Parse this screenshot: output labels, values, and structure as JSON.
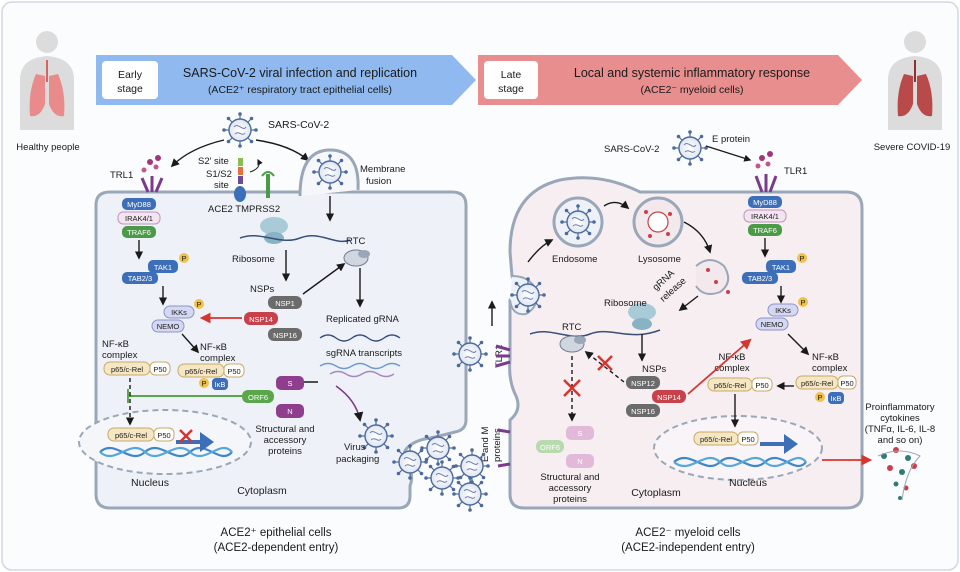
{
  "left_person": "Healthy people",
  "right_person": "Severe COVID-19",
  "banner_early": {
    "stage": [
      "Early",
      "stage"
    ],
    "title": "SARS-CoV-2 viral infection and replication",
    "subtitle": "(ACE2⁺ respiratory tract epithelial cells)"
  },
  "banner_late": {
    "stage": [
      "Late",
      "stage"
    ],
    "title": "Local and systemic inflammatory response",
    "subtitle": "(ACE2⁻ myeloid cells)"
  },
  "left_cell": {
    "virus": "SARS-CoV-2",
    "s2_site": "S2′ site",
    "s1s2_site": [
      "S1/S2",
      "site"
    ],
    "ace2_tmprss2": "ACE2 TMPRSS2",
    "membrane_fusion": [
      "Membrane",
      "fusion"
    ],
    "receptor": "TRL1",
    "myd88": "MyD88",
    "irak": "IRAK4/1",
    "traf6": "TRAF6",
    "tak1": "TAK1",
    "tab": "TAB2/3",
    "p": "P",
    "ikks": "IKKs",
    "nemo": "NEMO",
    "nfkb_left": [
      "NF-κB",
      "complex"
    ],
    "nfkb_right": [
      "NF-κB",
      "complex"
    ],
    "p65": "p65/c-Rel",
    "p50": "P50",
    "ikb": "IκB",
    "ribosome": "Ribosome",
    "nsps": "NSPs",
    "nsp1": "NSP1",
    "nsp14": "NSP14",
    "nsp16": "NSP16",
    "rtc": "RTC",
    "replicated": "Replicated gRNA",
    "sgrna": "sgRNA transcripts",
    "orf6": "ORF6",
    "s": "S",
    "n": "N",
    "structural": [
      "Structural and",
      "accessory",
      "proteins"
    ],
    "packaging": [
      "Virus",
      "packaging"
    ],
    "nucleus": "Nucleus",
    "cytoplasm": "Cytoplasm",
    "caption": [
      "ACE2⁺ epithelial cells",
      "(ACE2-dependent entry)"
    ]
  },
  "right_cell": {
    "virus": "SARS-CoV-2",
    "e_protein": "E protein",
    "receptor": "TLR1",
    "myd88": "MyD88",
    "irak": "IRAK4/1",
    "traf6": "TRAF6",
    "tak1": "TAK1",
    "tab": "TAB2/3",
    "p": "P",
    "ikks": "IKKs",
    "nemo": "NEMO",
    "nfkb_mid": [
      "NF-κB",
      "complex"
    ],
    "nfkb_right": [
      "NF-κB",
      "complex"
    ],
    "p65": "p65/c-Rel",
    "p50": "P50",
    "ikb": "IκB",
    "endosome": "Endosome",
    "lysosome": "Lysosome",
    "grna_release": [
      "gRNA",
      "release"
    ],
    "ribosome": "Ribosome",
    "rtc": "RTC",
    "nsps": "NSPs",
    "nsp12": "NSP12",
    "nsp14": "NSP14",
    "nsp16": "NSP16",
    "orf6": "ORF6",
    "s": "S",
    "n": "N",
    "structural": [
      "Structural and",
      "accessory",
      "proteins"
    ],
    "tlr1_side": "TLR1",
    "e_and_m": [
      "E and M",
      "proteins"
    ],
    "nucleus": "Nucleus",
    "cytoplasm": "Cytoplasm",
    "caption": [
      "ACE2⁻ myeloid cells",
      "(ACE2-independent entry)"
    ]
  },
  "cytokines": [
    "Proinflammatory",
    "cytokines",
    "(TNFα, IL-6, IL-8",
    "and so on)"
  ],
  "colors": {
    "banner_blue": "#8fb9ef",
    "banner_red": "#e88e8e",
    "left_cell_fill": "#eef2f8",
    "right_cell_fill": "#f7eef2",
    "red_arrow": "#d7352f",
    "green_inhibit": "#5aa64a",
    "myd88": "#3d6fb8",
    "traf6": "#4b9a48",
    "nsp14": "#c8414a",
    "s_n_purple": "#8e3e8c"
  }
}
